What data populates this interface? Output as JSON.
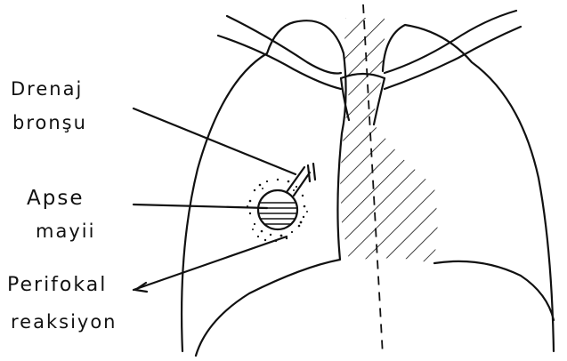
{
  "labels": {
    "drainage_bronchus": [
      "Drenaj",
      "bronşu"
    ],
    "abscess_fluid": [
      "Apse",
      "mayii"
    ],
    "perifocal_reaction": [
      "Perifokal",
      "reaksiyon"
    ]
  },
  "colors": {
    "ink": "#111111",
    "background": "#ffffff"
  }
}
